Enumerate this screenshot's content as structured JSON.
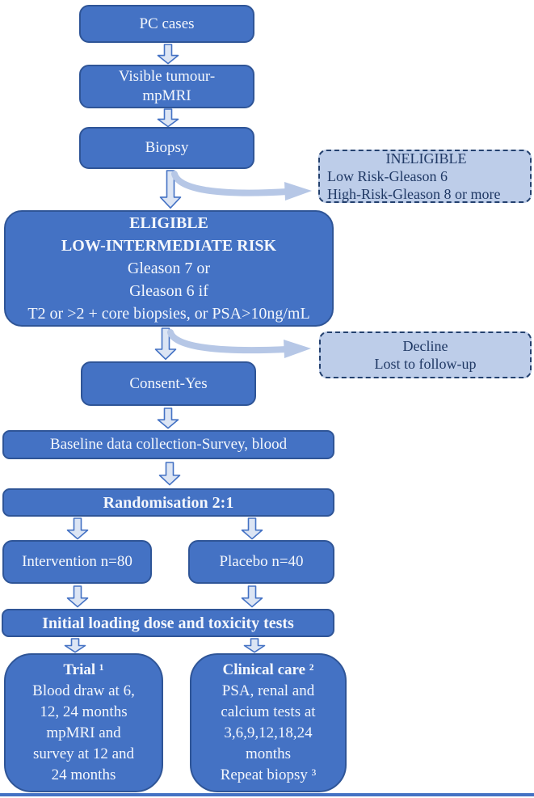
{
  "nodes": {
    "pc_cases": {
      "label": "PC cases"
    },
    "visible_tumour": {
      "label": "Visible tumour-\nmpMRI"
    },
    "biopsy": {
      "label": "Biopsy"
    },
    "ineligible": {
      "title": "INELIGIBLE",
      "lines": "Low Risk-Gleason 6\nHigh-Risk-Gleason 8 or more"
    },
    "eligible": {
      "title": "ELIGIBLE\nLOW-INTERMEDIATE RISK",
      "body": "Gleason 7 or\nGleason 6 if\nT2 or >2 + core biopsies, or PSA>10ng/mL"
    },
    "decline": {
      "label": "Decline\nLost to follow-up"
    },
    "consent": {
      "label": "Consent-Yes"
    },
    "baseline": {
      "label": "Baseline data collection-Survey, blood"
    },
    "randomisation": {
      "label": "Randomisation 2:1"
    },
    "intervention": {
      "label": "Intervention n=80"
    },
    "placebo": {
      "label": "Placebo n=40"
    },
    "initial_loading": {
      "label": "Initial loading dose and toxicity tests"
    },
    "trial": {
      "title": "Trial ¹",
      "body": "Blood draw at 6,\n12, 24 months\nmpMRI and\nsurvey at 12 and\n24 months"
    },
    "clinical_care": {
      "title": "Clinical care ²",
      "body": "PSA, renal and\ncalcium tests at\n3,6,9,12,18,24\nmonths\nRepeat biopsy ³"
    }
  },
  "colors": {
    "node_fill": "#4472C4",
    "node_border": "#2F5597",
    "node_text": "#F4F7FC",
    "side_fill": "#BDCDE9",
    "side_border": "#24416F",
    "side_text": "#1F3864",
    "arrow_fill": "#DCE5F4",
    "arrow_border": "#4472C4",
    "curve_arrow": "#B6C7E6",
    "bottom_rule": "#4472C4"
  }
}
